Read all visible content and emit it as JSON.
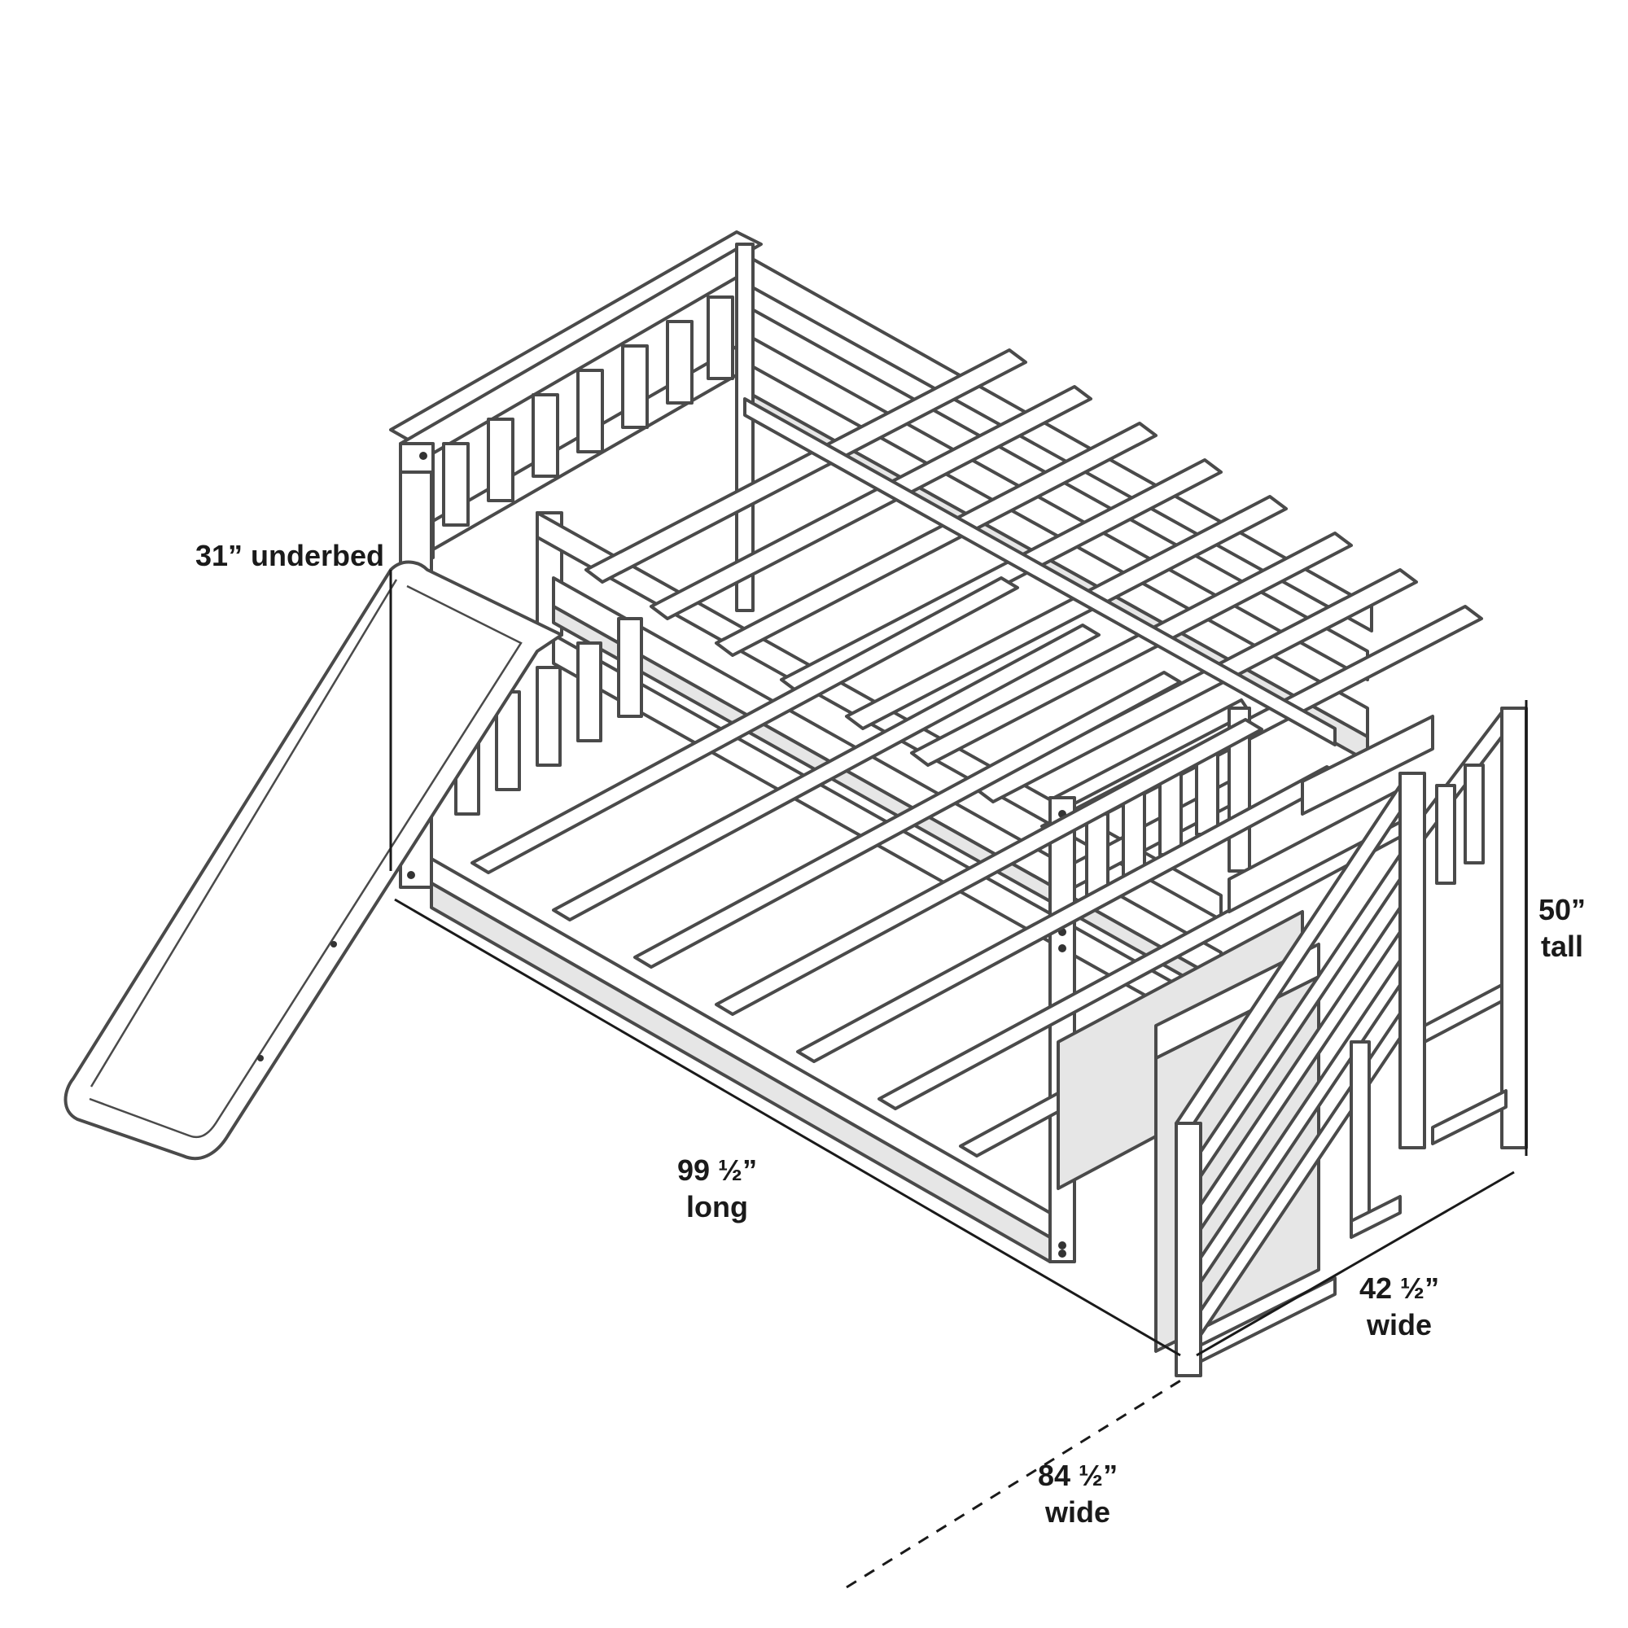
{
  "dimensions": {
    "underbed": "31” underbed",
    "height_value": "50”",
    "height_word": "tall",
    "length_value": "99 ½”",
    "length_word": "long",
    "depth_value": "42 ½”",
    "depth_word": "wide",
    "overall_value": "84 ½”",
    "overall_word": "wide"
  },
  "colors": {
    "line": "#4a4a4a",
    "text": "#1a1a1a",
    "background": "#ffffff"
  }
}
